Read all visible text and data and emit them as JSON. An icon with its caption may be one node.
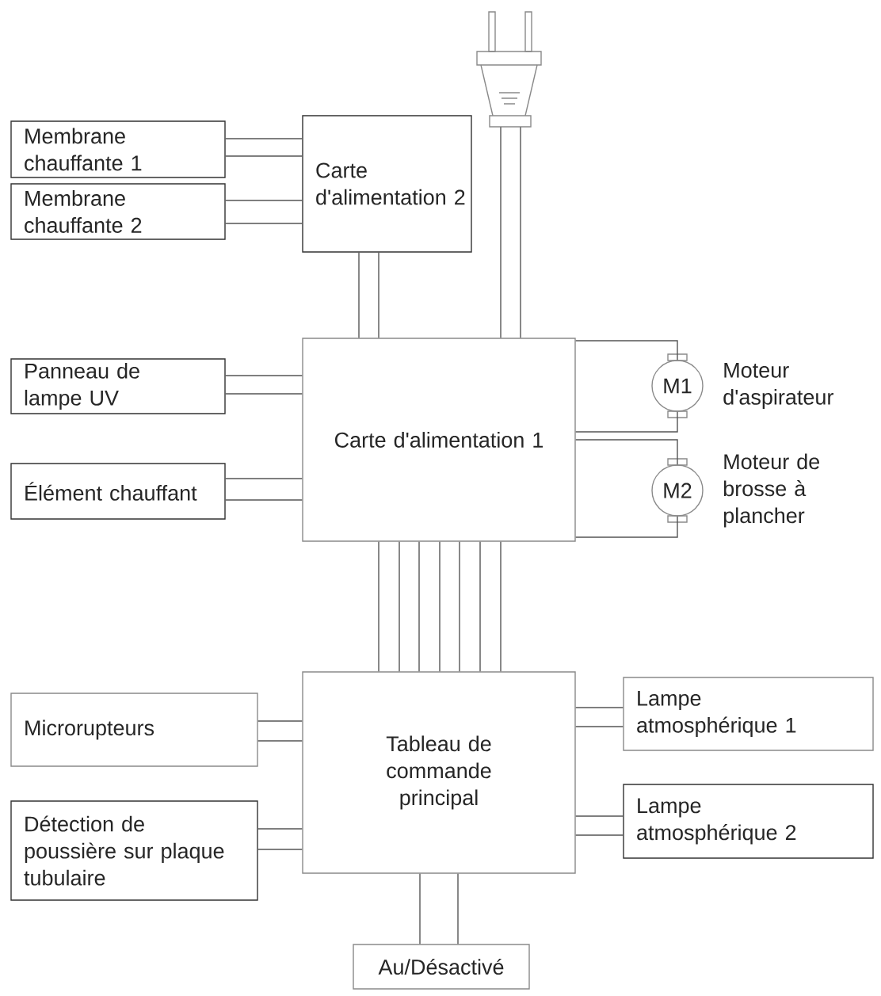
{
  "diagram": {
    "nodes": [
      {
        "text": [
          "Membrane chauffante 1"
        ]
      },
      {
        "text": [
          "Membrane chauffante 2"
        ]
      },
      {
        "text": [
          "Carte d'alimentation 2"
        ]
      },
      {
        "text": [],
        "shape": "plug"
      },
      {
        "text": [
          "Panneau de lampe UV"
        ]
      },
      {
        "text": [
          "Carte d'alimentation 1"
        ]
      },
      {
        "text": [
          "M1"
        ],
        "beside": [
          "Moteur d'aspirateur"
        ]
      },
      {
        "text": [
          "Élément chauffant"
        ]
      },
      {
        "text": [
          "M2"
        ],
        "beside": [
          "Moteur de brosse à plancher"
        ]
      },
      {
        "text": [
          "Microrupteurs"
        ]
      },
      {
        "text": [
          "Tableau de commande principal"
        ]
      },
      {
        "text": [
          "Lampe atmosphérique 1"
        ]
      },
      {
        "text": [
          "Détection de poussière sur plaque tubulaire"
        ]
      },
      {
        "text": [
          "Lampe atmosphérique 2"
        ]
      },
      {
        "text": [
          "Au/Désactivé"
        ]
      }
    ],
    "edges": [
      {
        "from": 0,
        "to": 2,
        "arrow": "none"
      },
      {
        "from": 0,
        "to": 2,
        "arrow": "none"
      },
      {
        "from": 1,
        "to": 2,
        "arrow": "none"
      },
      {
        "from": 1,
        "to": 2,
        "arrow": "none"
      },
      {
        "from": 2,
        "to": 5,
        "arrow": "none"
      },
      {
        "from": 2,
        "to": 5,
        "arrow": "none"
      },
      {
        "from": 3,
        "to": 5,
        "arrow": "none"
      },
      {
        "from": 3,
        "to": 5,
        "arrow": "none"
      },
      {
        "from": 4,
        "to": 5,
        "arrow": "none"
      },
      {
        "from": 4,
        "to": 5,
        "arrow": "none"
      },
      {
        "from": 7,
        "to": 5,
        "arrow": "none"
      },
      {
        "from": 7,
        "to": 5,
        "arrow": "none"
      },
      {
        "from": 5,
        "to": 6,
        "arrow": "none"
      },
      {
        "from": 5,
        "to": 6,
        "arrow": "none"
      },
      {
        "from": 5,
        "to": 8,
        "arrow": "none"
      },
      {
        "from": 5,
        "to": 8,
        "arrow": "none"
      },
      {
        "from": 5,
        "to": 10,
        "arrow": "none"
      },
      {
        "from": 5,
        "to": 10,
        "arrow": "none"
      },
      {
        "from": 5,
        "to": 10,
        "arrow": "none"
      },
      {
        "from": 5,
        "to": 10,
        "arrow": "none"
      },
      {
        "from": 5,
        "to": 10,
        "arrow": "none"
      },
      {
        "from": 5,
        "to": 10,
        "arrow": "none"
      },
      {
        "from": 5,
        "to": 10,
        "arrow": "none"
      },
      {
        "from": 9,
        "to": 10,
        "arrow": "none"
      },
      {
        "from": 9,
        "to": 10,
        "arrow": "none"
      },
      {
        "from": 12,
        "to": 10,
        "arrow": "none"
      },
      {
        "from": 12,
        "to": 10,
        "arrow": "none"
      },
      {
        "from": 10,
        "to": 11,
        "arrow": "none"
      },
      {
        "from": 10,
        "to": 11,
        "arrow": "none"
      },
      {
        "from": 10,
        "to": 13,
        "arrow": "none"
      },
      {
        "from": 10,
        "to": 13,
        "arrow": "none"
      },
      {
        "from": 10,
        "to": 14,
        "arrow": "none"
      },
      {
        "from": 10,
        "to": 14,
        "arrow": "none"
      }
    ]
  }
}
